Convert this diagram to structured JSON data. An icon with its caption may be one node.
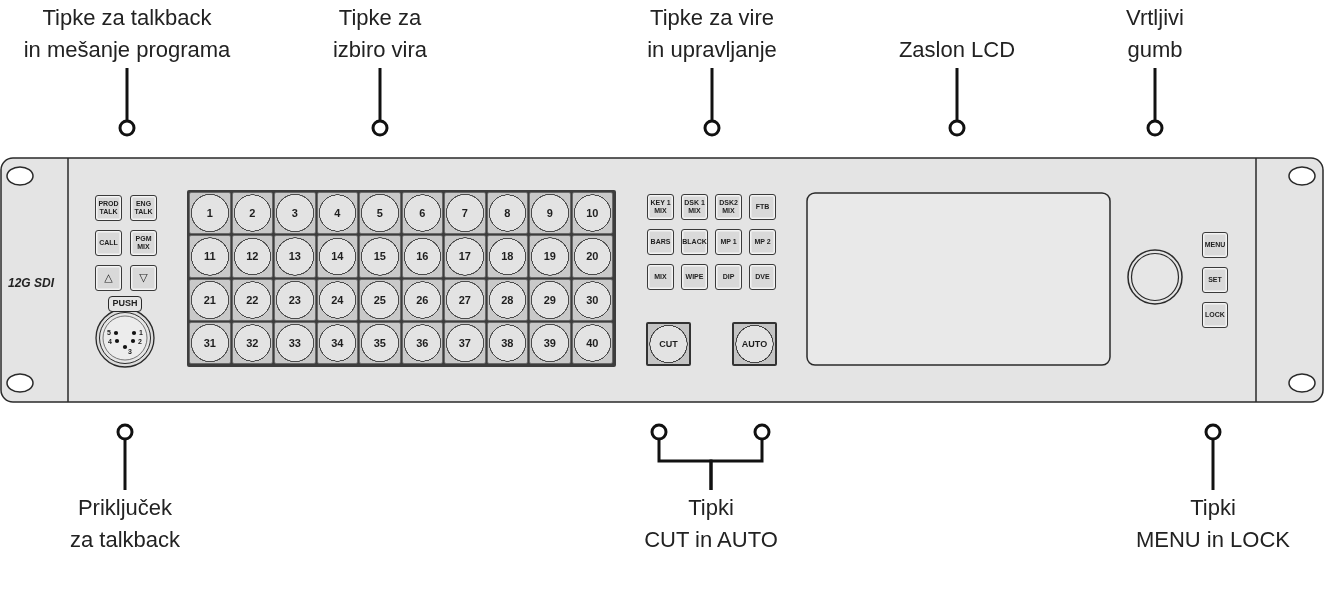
{
  "diagram": {
    "nodes": [
      {
        "text": [
          "Tipke za talkback in mešanje programa"
        ]
      },
      {
        "text": [
          "Tipke za izbiro vira"
        ]
      },
      {
        "text": [
          "Tipke za vire in upravljanje"
        ]
      },
      {
        "text": [
          "Zaslon LCD"
        ]
      },
      {
        "text": [
          "Vrtljivi gumb"
        ]
      },
      {
        "text": [
          "PROD TALK"
        ]
      },
      {
        "text": [
          "ENG TALK"
        ]
      },
      {
        "text": [
          "CALL"
        ]
      },
      {
        "text": [
          "PGM MIX"
        ]
      },
      {
        "text": [
          "△"
        ]
      },
      {
        "text": [
          "▽"
        ]
      },
      {
        "text": [
          "PUSH",
          "5",
          "1",
          "4",
          "2",
          "3"
        ]
      },
      {
        "text": [],
        "shape": "box"
      },
      {
        "text": [
          "1"
        ],
        "in": 12
      },
      {
        "text": [
          "2"
        ],
        "in": 12
      },
      {
        "text": [
          "3"
        ],
        "in": 12
      },
      {
        "text": [
          "4"
        ],
        "in": 12
      },
      {
        "text": [
          "5"
        ],
        "in": 12
      },
      {
        "text": [
          "6"
        ],
        "in": 12
      },
      {
        "text": [
          "7"
        ],
        "in": 12
      },
      {
        "text": [
          "8"
        ],
        "in": 12
      },
      {
        "text": [
          "9"
        ],
        "in": 12
      },
      {
        "text": [
          "10"
        ],
        "in": 12
      },
      {
        "text": [
          "11"
        ],
        "in": 12
      },
      {
        "text": [
          "12"
        ],
        "in": 12
      },
      {
        "text": [
          "13"
        ],
        "in": 12
      },
      {
        "text": [
          "14"
        ],
        "in": 12
      },
      {
        "text": [
          "15"
        ],
        "in": 12
      },
      {
        "text": [
          "16"
        ],
        "in": 12
      },
      {
        "text": [
          "17"
        ],
        "in": 12
      },
      {
        "text": [
          "18"
        ],
        "in": 12
      },
      {
        "text": [
          "19"
        ],
        "in": 12
      },
      {
        "text": [
          "20"
        ],
        "in": 12
      },
      {
        "text": [
          "21"
        ],
        "in": 12
      },
      {
        "text": [
          "22"
        ],
        "in": 12
      },
      {
        "text": [
          "23"
        ],
        "in": 12
      },
      {
        "text": [
          "24"
        ],
        "in": 12
      },
      {
        "text": [
          "25"
        ],
        "in": 12
      },
      {
        "text": [
          "26"
        ],
        "in": 12
      },
      {
        "text": [
          "27"
        ],
        "in": 12
      },
      {
        "text": [
          "28"
        ],
        "in": 12
      },
      {
        "text": [
          "29"
        ],
        "in": 12
      },
      {
        "text": [
          "30"
        ],
        "in": 12
      },
      {
        "text": [
          "31"
        ],
        "in": 12
      },
      {
        "text": [
          "32"
        ],
        "in": 12
      },
      {
        "text": [
          "33"
        ],
        "in": 12
      },
      {
        "text": [
          "34"
        ],
        "in": 12
      },
      {
        "text": [
          "35"
        ],
        "in": 12
      },
      {
        "text": [
          "36"
        ],
        "in": 12
      },
      {
        "text": [
          "37"
        ],
        "in": 12
      },
      {
        "text": [
          "38"
        ],
        "in": 12
      },
      {
        "text": [
          "39"
        ],
        "in": 12
      },
      {
        "text": [
          "40"
        ],
        "in": 12
      },
      {
        "text": [
          "KEY 1 MIX"
        ]
      },
      {
        "text": [
          "DSK 1 MIX"
        ]
      },
      {
        "text": [
          "DSK2 MIX"
        ]
      },
      {
        "text": [
          "FTB"
        ]
      },
      {
        "text": [
          "BARS"
        ]
      },
      {
        "text": [
          "BLACK"
        ]
      },
      {
        "text": [
          "MP 1"
        ]
      },
      {
        "text": [
          "MP 2"
        ]
      },
      {
        "text": [
          "MIX"
        ]
      },
      {
        "text": [
          "WIPE"
        ]
      },
      {
        "text": [
          "DIP"
        ]
      },
      {
        "text": [
          "DVE"
        ]
      },
      {
        "text": [
          "CUT"
        ]
      },
      {
        "text": [
          "AUTO"
        ]
      },
      {
        "text": [
          "MENU"
        ]
      },
      {
        "text": [
          "SET"
        ]
      },
      {
        "text": [
          "LOCK"
        ]
      },
      {
        "text": [
          "Priključek za talkback"
        ]
      },
      {
        "text": [
          "Tipki CUT in AUTO"
        ]
      },
      {
        "text": [
          "Tipki MENU in LOCK"
        ]
      }
    ],
    "edges": [
      {
        "from": 0,
        "to": null,
        "arrow": "other"
      },
      {
        "from": 1,
        "to": null,
        "arrow": "other"
      },
      {
        "from": 2,
        "to": null,
        "arrow": "other"
      },
      {
        "from": 3,
        "to": null,
        "arrow": "other"
      },
      {
        "from": 4,
        "to": null,
        "arrow": "other"
      },
      {
        "from": 70,
        "to": null,
        "arrow": "other"
      },
      {
        "from": 71,
        "to": null,
        "arrow": "other"
      },
      {
        "from": 71,
        "to": null,
        "arrow": "other"
      },
      {
        "from": 72,
        "to": null,
        "arrow": "other"
      }
    ],
    "labels": [
      "12G SDI"
    ]
  }
}
